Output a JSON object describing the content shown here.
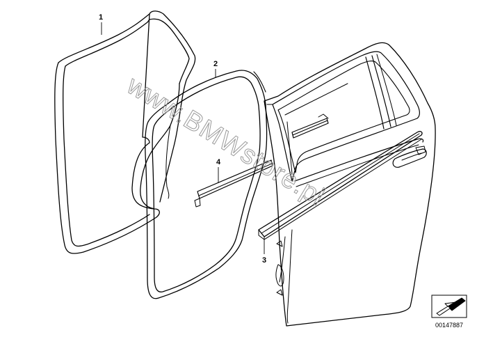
{
  "callouts": {
    "c1": "1",
    "c2": "2",
    "c3": "3",
    "c4": "4"
  },
  "watermark": "www.BMWstore.pl",
  "diagram_number": "00147887",
  "icons": {
    "arrow_box": "navigation-arrow-icon"
  },
  "colors": {
    "line": "#000000",
    "watermark": "#9a9a9a",
    "background": "#ffffff"
  }
}
